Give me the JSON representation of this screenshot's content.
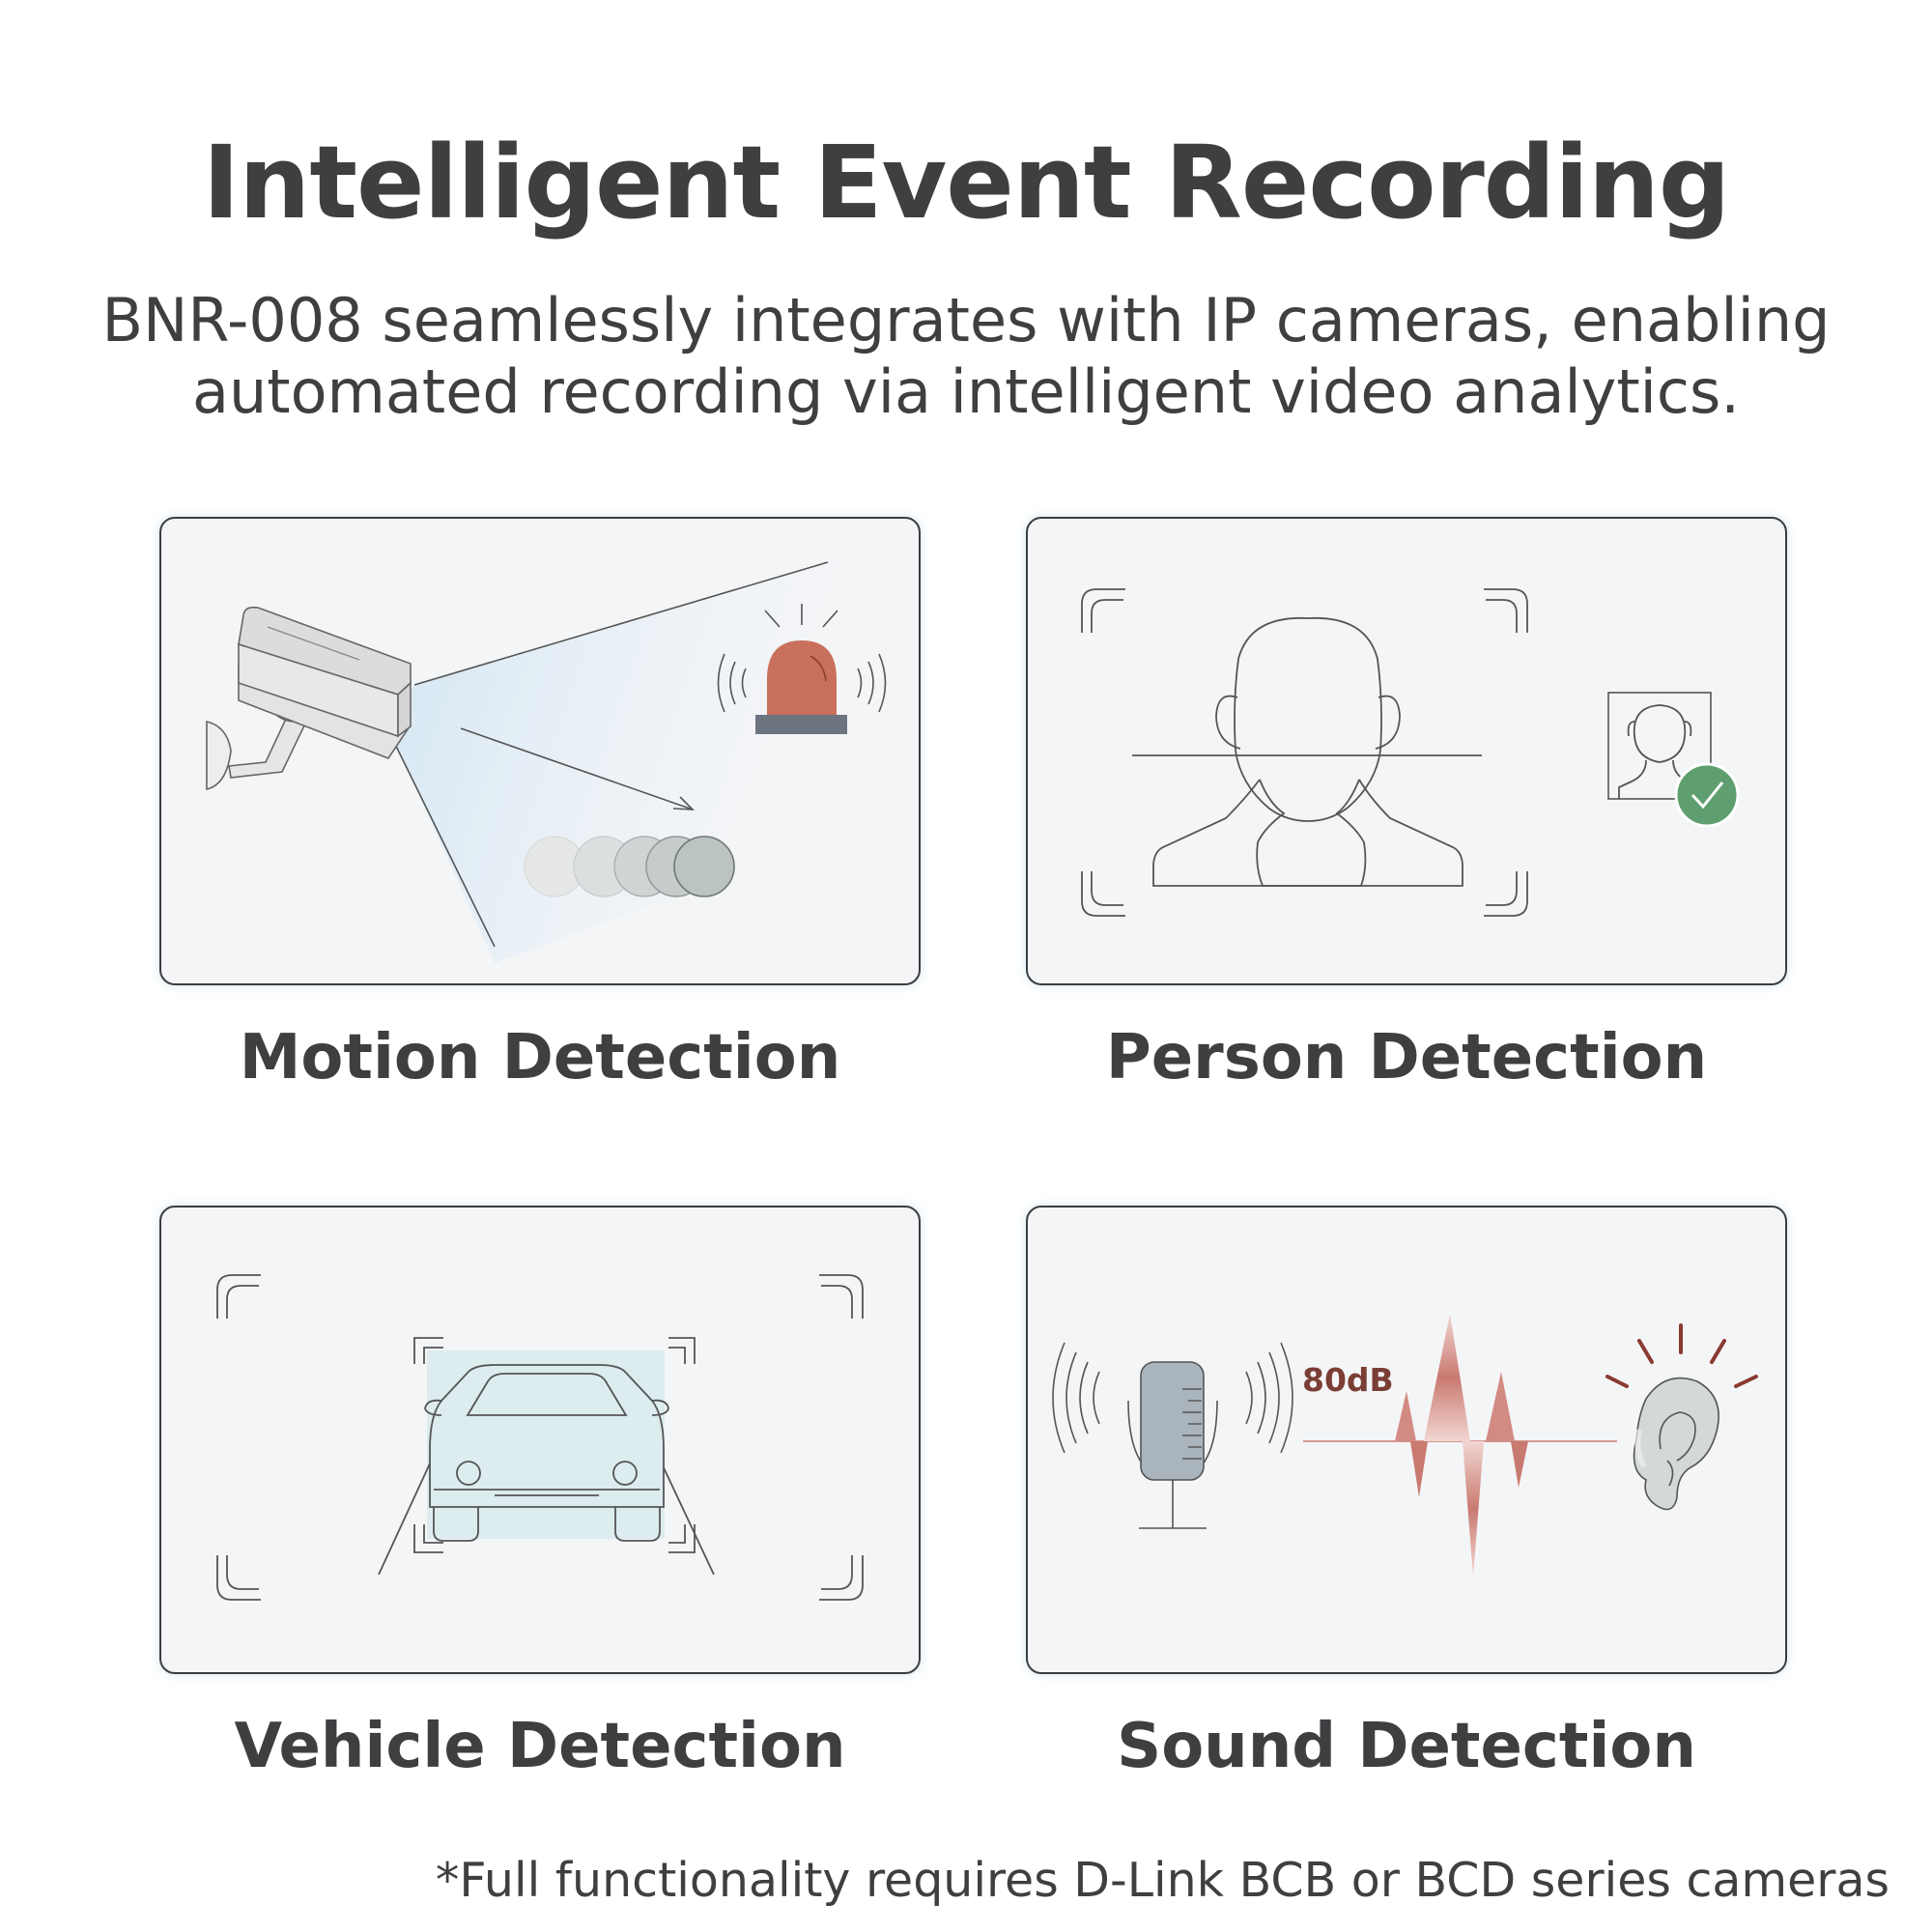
{
  "header": {
    "title": "Intelligent Event Recording",
    "subtitle_lines": [
      "BNR-008 seamlessly integrates with IP cameras, enabling",
      "automated recording via intelligent video analytics."
    ]
  },
  "features": [
    {
      "label": "Motion Detection",
      "icon": "security-camera-alarm-icon"
    },
    {
      "label": "Person Detection",
      "icon": "face-scan-icon"
    },
    {
      "label": "Vehicle Detection",
      "icon": "car-scan-icon"
    },
    {
      "label": "Sound Detection",
      "icon": "microphone-soundwave-ear-icon",
      "level_text": "80dB"
    }
  ],
  "footnote": "*Full functionality requires D-Link BCB or BCD series cameras",
  "colors": {
    "text": "#3e3f41",
    "card_bg": "#f4f5f7",
    "card_border": "#3b3d40",
    "alarm": "#c9705c",
    "check": "#5f9e6e",
    "sound": "#c97a70",
    "vehicle_box": "#dcecef"
  }
}
